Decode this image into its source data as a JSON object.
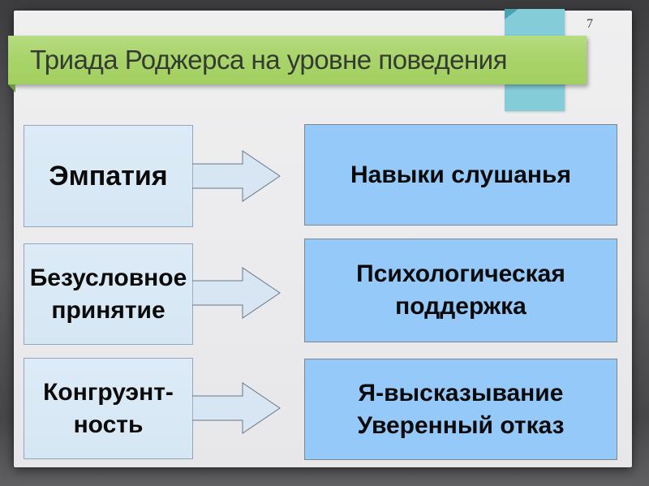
{
  "slide": {
    "number": "7",
    "title": "Триада Роджерса на уровне поведения"
  },
  "colors": {
    "background_gray": "#58585a",
    "slide_background": "#ebebed",
    "banner_green": "#a9d46c",
    "banner_fold_green": "#6f9c3e",
    "ribbon_teal": "#85ccd9",
    "ribbon_fold_teal": "#48a2b2",
    "source_box_fill": "#d8e8f5",
    "source_box_border": "#90a7bd",
    "arrow_fill": "#d8e6f3",
    "arrow_border": "#64788c",
    "target_box_fill": "#94c9fa",
    "target_box_border": "#838688",
    "text_color": "#0a0a0a"
  },
  "diagram": {
    "rows": [
      {
        "source": "Эмпатия",
        "target": "Навыки слушанья"
      },
      {
        "source": "Безусловное\nпринятие",
        "target": "Психологическая\nподдержка"
      },
      {
        "source": "Конгруэнт-\nность",
        "target": "Я-высказывание\nУверенный отказ"
      }
    ]
  }
}
